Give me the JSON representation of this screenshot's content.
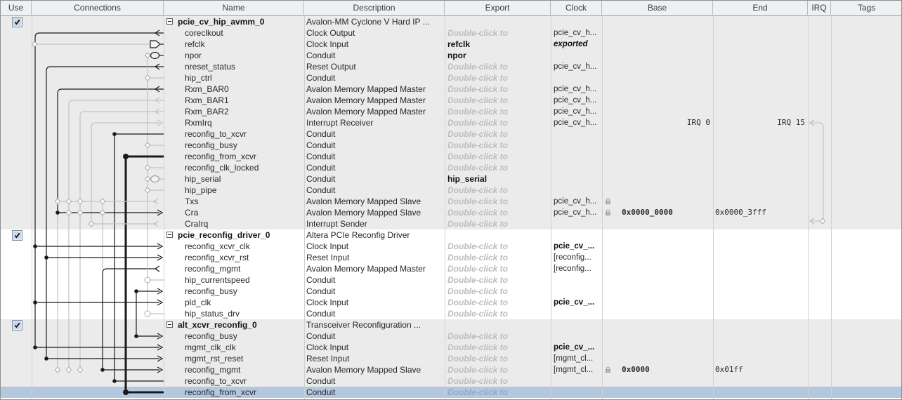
{
  "header": {
    "columns": [
      "Use",
      "Connections",
      "Name",
      "Description",
      "Export",
      "Clock",
      "Base",
      "End",
      "IRQ",
      "Tags"
    ]
  },
  "export_placeholder": "Double-click to",
  "irq_labels": {
    "base": "IRQ 0",
    "end": "IRQ 15"
  },
  "colors": {
    "selection": "#b3c7de",
    "section_gray": "#ebebeb",
    "wire_black": "#1a1a1a",
    "wire_gray": "#c2c2c2",
    "irq_wire_gray": "#bdbdbd",
    "header_bg": "#eef0f1"
  },
  "modules": [
    {
      "name": "pcie_cv_hip_avmm_0",
      "description": "Avalon-MM Cyclone V Hard IP ...",
      "use_checked": true,
      "ports": [
        {
          "name": "coreclkout",
          "description": "Clock Output",
          "export": null,
          "clock": "pcie_cv_h...",
          "clock_style": "normal"
        },
        {
          "name": "refclk",
          "description": "Clock Input",
          "export": "refclk",
          "clock": "exported",
          "clock_style": "exported"
        },
        {
          "name": "npor",
          "description": "Conduit",
          "export": "npor",
          "clock": "",
          "clock_style": "normal"
        },
        {
          "name": "nreset_status",
          "description": "Reset Output",
          "export": null,
          "clock": "pcie_cv_h...",
          "clock_style": "normal"
        },
        {
          "name": "hip_ctrl",
          "description": "Conduit",
          "export": null,
          "clock": "",
          "clock_style": "normal"
        },
        {
          "name": "Rxm_BAR0",
          "description": "Avalon Memory Mapped Master",
          "export": null,
          "clock": "pcie_cv_h...",
          "clock_style": "normal"
        },
        {
          "name": "Rxm_BAR1",
          "description": "Avalon Memory Mapped Master",
          "export": null,
          "clock": "pcie_cv_h...",
          "clock_style": "normal"
        },
        {
          "name": "Rxm_BAR2",
          "description": "Avalon Memory Mapped Master",
          "export": null,
          "clock": "pcie_cv_h...",
          "clock_style": "normal"
        },
        {
          "name": "RxmIrq",
          "description": "Interrupt Receiver",
          "export": null,
          "clock": "pcie_cv_h...",
          "clock_style": "normal",
          "base": "IRQ 0",
          "end": "IRQ 15",
          "irq_row": true
        },
        {
          "name": "reconfig_to_xcvr",
          "description": "Conduit",
          "export": null,
          "clock": "",
          "clock_style": "normal"
        },
        {
          "name": "reconfig_busy",
          "description": "Conduit",
          "export": null,
          "clock": "",
          "clock_style": "normal"
        },
        {
          "name": "reconfig_from_xcvr",
          "description": "Conduit",
          "export": null,
          "clock": "",
          "clock_style": "normal"
        },
        {
          "name": "reconfig_clk_locked",
          "description": "Conduit",
          "export": null,
          "clock": "",
          "clock_style": "normal"
        },
        {
          "name": "hip_serial",
          "description": "Conduit",
          "export": "hip_serial",
          "clock": "",
          "clock_style": "normal"
        },
        {
          "name": "hip_pipe",
          "description": "Conduit",
          "export": null,
          "clock": "",
          "clock_style": "normal"
        },
        {
          "name": "Txs",
          "description": "Avalon Memory Mapped Slave",
          "export": null,
          "clock": "pcie_cv_h...",
          "clock_style": "normal",
          "lock": true
        },
        {
          "name": "Cra",
          "description": "Avalon Memory Mapped Slave",
          "export": null,
          "clock": "pcie_cv_h...",
          "clock_style": "normal",
          "lock": true,
          "base": "0x0000_0000",
          "end": "0x0000_3fff"
        },
        {
          "name": "CraIrq",
          "description": "Interrupt Sender",
          "export": null,
          "clock": "",
          "clock_style": "normal"
        }
      ]
    },
    {
      "name": "pcie_reconfig_driver_0",
      "description": "Altera PCIe Reconfig Driver",
      "use_checked": true,
      "ports": [
        {
          "name": "reconfig_xcvr_clk",
          "description": "Clock Input",
          "export": null,
          "clock": "pcie_cv_...",
          "clock_style": "bold"
        },
        {
          "name": "reconfig_xcvr_rst",
          "description": "Reset Input",
          "export": null,
          "clock": "[reconfig...",
          "clock_style": "normal"
        },
        {
          "name": "reconfig_mgmt",
          "description": "Avalon Memory Mapped Master",
          "export": null,
          "clock": "[reconfig...",
          "clock_style": "normal"
        },
        {
          "name": "hip_currentspeed",
          "description": "Conduit",
          "export": null,
          "clock": "",
          "clock_style": "normal"
        },
        {
          "name": "reconfig_busy",
          "description": "Conduit",
          "export": null,
          "clock": "",
          "clock_style": "normal"
        },
        {
          "name": "pld_clk",
          "description": "Clock Input",
          "export": null,
          "clock": "pcie_cv_...",
          "clock_style": "bold"
        },
        {
          "name": "hip_status_drv",
          "description": "Conduit",
          "export": null,
          "clock": "",
          "clock_style": "normal"
        }
      ]
    },
    {
      "name": "alt_xcvr_reconfig_0",
      "description": "Transceiver Reconfiguration ...",
      "use_checked": true,
      "ports": [
        {
          "name": "reconfig_busy",
          "description": "Conduit",
          "export": null,
          "clock": "",
          "clock_style": "normal"
        },
        {
          "name": "mgmt_clk_clk",
          "description": "Clock Input",
          "export": null,
          "clock": "pcie_cv_...",
          "clock_style": "bold"
        },
        {
          "name": "mgmt_rst_reset",
          "description": "Reset Input",
          "export": null,
          "clock": "[mgmt_cl...",
          "clock_style": "normal"
        },
        {
          "name": "reconfig_mgmt",
          "description": "Avalon Memory Mapped Slave",
          "export": null,
          "clock": "[mgmt_cl...",
          "clock_style": "normal",
          "lock": true,
          "base": "0x0000",
          "end": "0x01ff"
        },
        {
          "name": "reconfig_to_xcvr",
          "description": "Conduit",
          "export": null,
          "clock": "",
          "clock_style": "normal"
        },
        {
          "name": "reconfig_from_xcvr",
          "description": "Conduit",
          "export": null,
          "clock": "",
          "clock_style": "normal",
          "selected": true
        }
      ]
    }
  ]
}
